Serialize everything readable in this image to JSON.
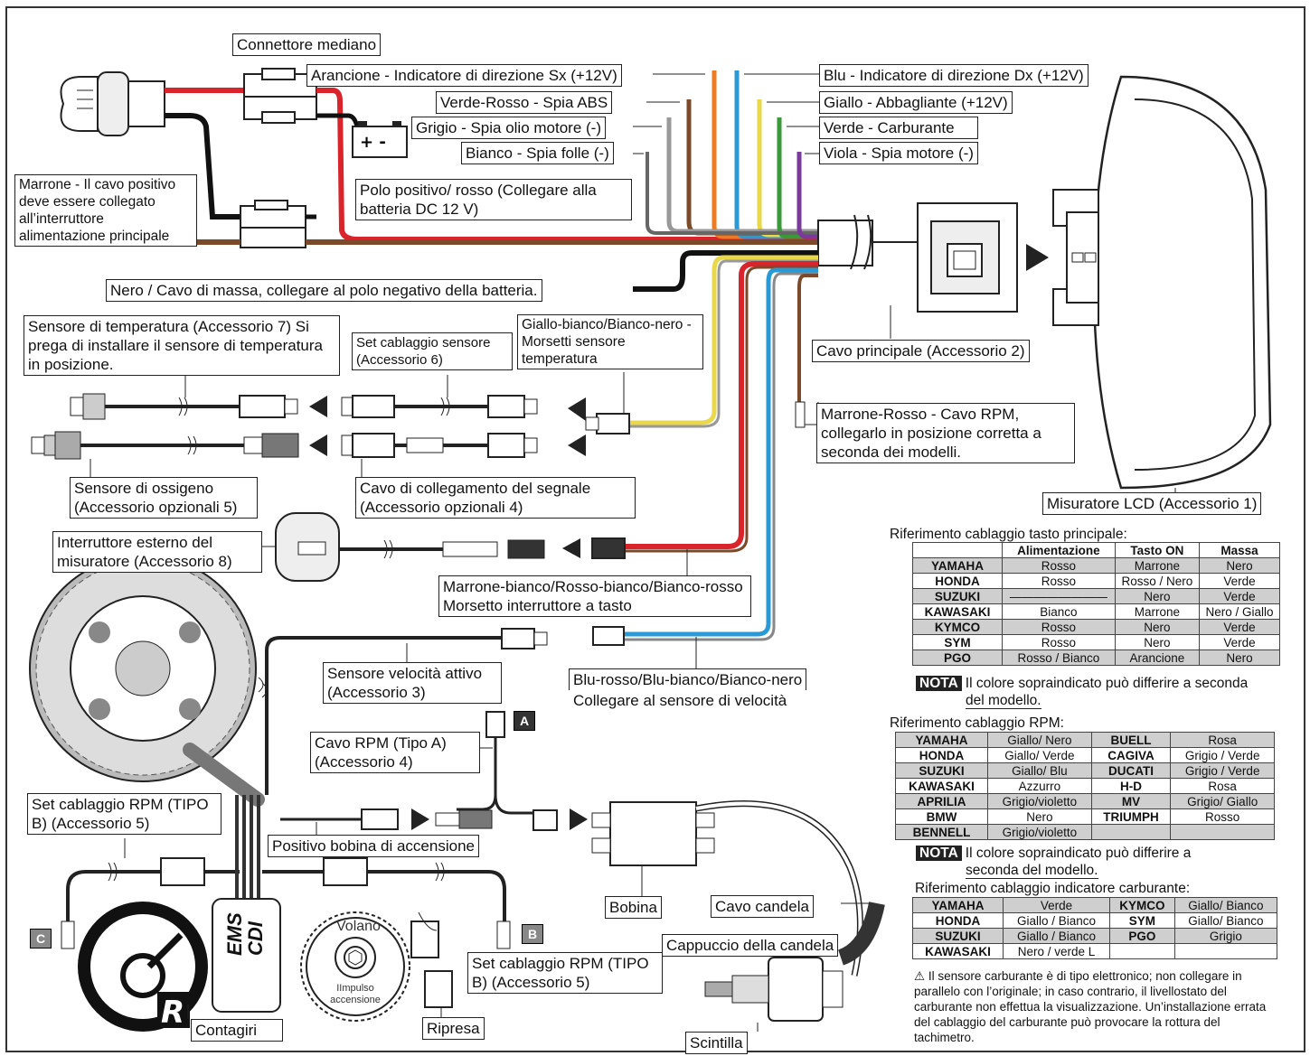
{
  "labels": {
    "connettore": "Connettore mediano",
    "arancione": "Arancione - Indicatore di direzione Sx (+12V)",
    "verde_rosso": "Verde-Rosso - Spia ABS",
    "grigio": "Grigio - Spia olio motore (-)",
    "bianco": "Bianco - Spia folle (-)",
    "blu": "Blu - Indicatore di direzione Dx (+12V)",
    "giallo": "Giallo - Abbagliante (+12V)",
    "verde": "Verde - Carburante",
    "viola": "Viola - Spia motore (-)",
    "marrone": "Marrone - Il cavo positivo deve essere collegato all’interruttore alimentazione principale",
    "polo": "Polo positivo/ rosso (Collegare alla batteria DC 12 V)",
    "nero": "Nero / Cavo di massa, collegare al polo negativo della batteria.",
    "cavo_principale": "Cavo principale (Accessorio 2)",
    "temperatura": "Sensore di temperatura (Accessorio 7) Si prega di installare il sensore di temperatura in posizione.",
    "set_cablaggio": "Set cablaggio sensore (Accessorio 6)",
    "giallo_bianco": "Giallo-bianco/Bianco-nero - Morsetti sensore temperatura",
    "rpm_marrone": "Marrone-Rosso - Cavo RPM, collegarlo in posizione corretta a seconda dei modelli.",
    "ossigeno": "Sensore di ossigeno (Accessorio opzionali 5)",
    "collegamento": "Cavo di collegamento del segnale (Accessorio opzionali 4)",
    "misuratore": "Misuratore LCD (Accessorio 1)",
    "interruttore": "Interruttore esterno del misuratore (Accessorio 8)",
    "marrone_bianco": "Marrone-bianco/Rosso-bianco/Bianco-rosso Morsetto interruttore a tasto",
    "velocita": "Sensore velocità attivo (Accessorio 3)",
    "blu_rosso_1": "Blu-rosso/Blu-bianco/Bianco-nero",
    "blu_rosso_2": "Collegare al sensore di velocità",
    "rpm_a": "Cavo RPM (Tipo A) (Accessorio 4)",
    "set_rpm_b1": "Set cablaggio RPM (TIPO B) (Accessorio 5)",
    "positivo_bobina": "Positivo bobina di accensione",
    "bobina": "Bobina",
    "cavo_candela": "Cavo candela",
    "cappuccio": "Cappuccio della candela",
    "set_rpm_b2": "Set cablaggio RPM (TIPO B) (Accessorio 5)",
    "contagiri": "Contagiri",
    "ripresa": "Ripresa",
    "scintilla": "Scintilla",
    "volano": "Volano",
    "impulso": "IImpulso accensione",
    "ems": "EMS",
    "cdi": "CDI",
    "tag_a": "A",
    "tag_b": "B",
    "tag_c": "C"
  },
  "table1": {
    "title": "Riferimento cablaggio tasto principale:",
    "headers": [
      "",
      "Alimentazione",
      "Tasto ON",
      "Massa"
    ],
    "rows": [
      [
        "YAMAHA",
        "Rosso",
        "Marrone",
        "Nero"
      ],
      [
        "HONDA",
        "Rosso",
        "Rosso / Nero",
        "Verde"
      ],
      [
        "SUZUKI",
        "————————",
        "Nero",
        "Verde"
      ],
      [
        "KAWASAKI",
        "Bianco",
        "Marrone",
        "Nero / Giallo"
      ],
      [
        "KYMCO",
        "Rosso",
        "Nero",
        "Verde"
      ],
      [
        "SYM",
        "Rosso",
        "Nero",
        "Verde"
      ],
      [
        "PGO",
        "Rosso / Bianco",
        "Arancione",
        "Nero"
      ]
    ]
  },
  "nota1": {
    "tag": "NOTA",
    "text1": "Il colore sopraindicato può differire a seconda",
    "text2": "del modello."
  },
  "table2": {
    "title": "Riferimento cablaggio RPM:",
    "rows": [
      [
        "YAMAHA",
        "Giallo/ Nero",
        "BUELL",
        "Rosa"
      ],
      [
        "HONDA",
        "Giallo/ Verde",
        "CAGIVA",
        "Grigio / Verde"
      ],
      [
        "SUZUKI",
        "Giallo/ Blu",
        "DUCATI",
        "Grigio / Verde"
      ],
      [
        "KAWASAKI",
        "Azzurro",
        "H-D",
        "Rosa"
      ],
      [
        "APRILIA",
        "Grigio/violetto",
        "MV",
        "Grigio/ Giallo"
      ],
      [
        "BMW",
        "Nero",
        "TRIUMPH",
        "Rosso"
      ],
      [
        "BENNELL",
        "Grigio/violetto",
        "",
        ""
      ]
    ]
  },
  "nota2": {
    "tag": "NOTA",
    "text1": "Il colore sopraindicato può differire a",
    "text2": "seconda del modello."
  },
  "table3": {
    "title": "Riferimento cablaggio indicatore carburante:",
    "rows": [
      [
        "YAMAHA",
        "Verde",
        "KYMCO",
        "Giallo/ Bianco"
      ],
      [
        "HONDA",
        "Giallo / Bianco",
        "SYM",
        "Giallo/ Bianco"
      ],
      [
        "SUZUKI",
        "Giallo / Bianco",
        "PGO",
        "Grigio"
      ],
      [
        "KAWASAKI",
        "Nero / verde L",
        "",
        ""
      ]
    ]
  },
  "warning": "Il sensore carburante è di tipo elettronico; non collegare in parallelo con l’originale; in caso contrario, il livellostato del carburante non effettua la visualizzazione. Un’installazione errata del cablaggio del carburante può provocare la rottura del tachimetro.",
  "colors": {
    "red": "#d8242a",
    "brown": "#7a4a2a",
    "orange": "#ee7a22",
    "blue": "#2a9ad6",
    "yellow": "#e8d84a",
    "green": "#3a9a3a",
    "purple": "#7a3a9a",
    "grey": "#999999",
    "black": "#111111"
  }
}
